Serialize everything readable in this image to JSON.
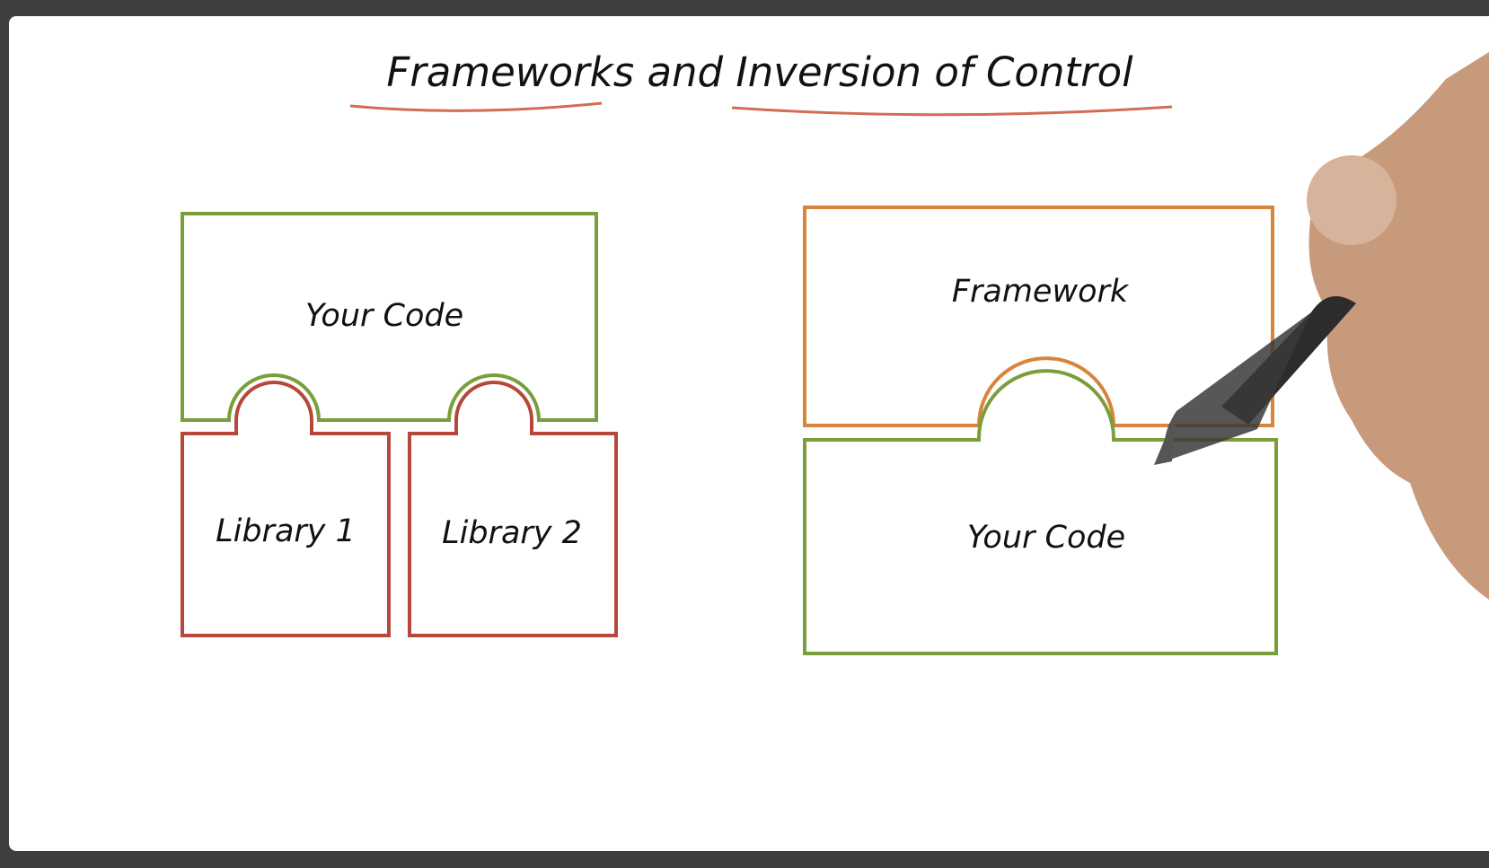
{
  "title": "Frameworks and Inversion of Control",
  "left_diagram": {
    "top_box": "Your Code",
    "bottom_left_box": "Library 1",
    "bottom_right_box": "Library 2"
  },
  "right_diagram": {
    "top_box": "Framework",
    "bottom_box": "Your Code"
  },
  "colors": {
    "green": "#7a9e3a",
    "red": "#b5473b",
    "orange": "#d8843b",
    "underline": "#d36b55"
  },
  "overlay": "hand-holding-stylus"
}
